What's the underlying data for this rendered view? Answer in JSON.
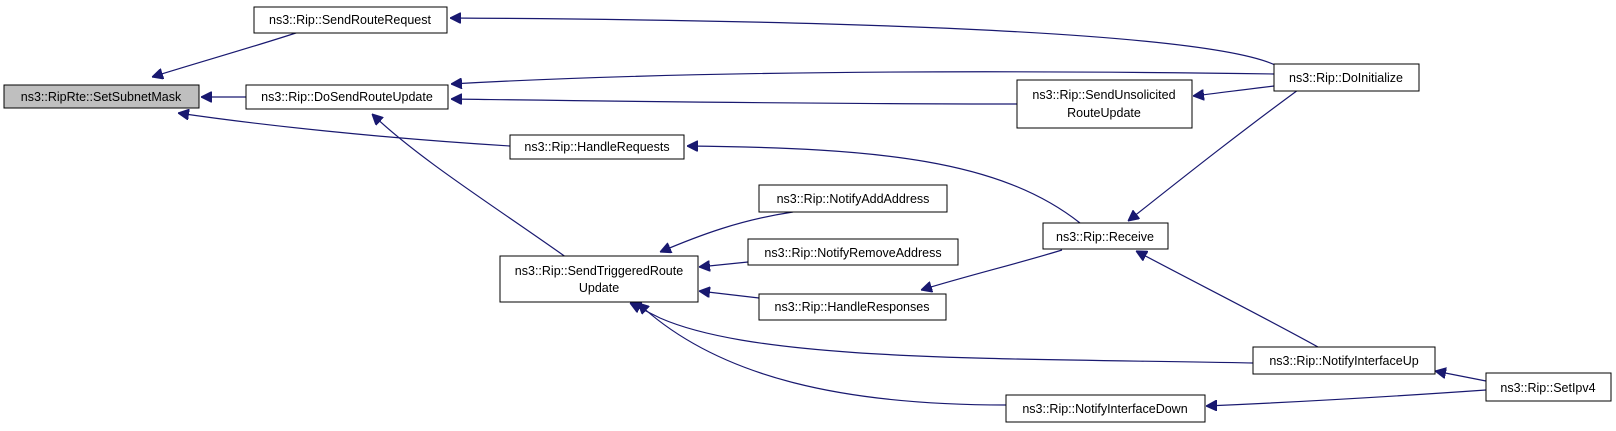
{
  "graph": {
    "nodes": {
      "root": "ns3::RipRte::SetSubnetMask",
      "send_route_request": "ns3::Rip::SendRouteRequest",
      "do_send_route_update": "ns3::Rip::DoSendRouteUpdate",
      "handle_requests": "ns3::Rip::HandleRequests",
      "send_triggered_1": "ns3::Rip::SendTriggeredRoute",
      "send_triggered_2": "Update",
      "notify_add_address": "ns3::Rip::NotifyAddAddress",
      "notify_remove_address": "ns3::Rip::NotifyRemoveAddress",
      "handle_responses": "ns3::Rip::HandleResponses",
      "send_unsolicited_1": "ns3::Rip::SendUnsolicited",
      "send_unsolicited_2": "RouteUpdate",
      "receive": "ns3::Rip::Receive",
      "notify_interface_down": "ns3::Rip::NotifyInterfaceDown",
      "do_initialize": "ns3::Rip::DoInitialize",
      "notify_interface_up": "ns3::Rip::NotifyInterfaceUp",
      "set_ipv4": "ns3::Rip::SetIpv4"
    }
  }
}
